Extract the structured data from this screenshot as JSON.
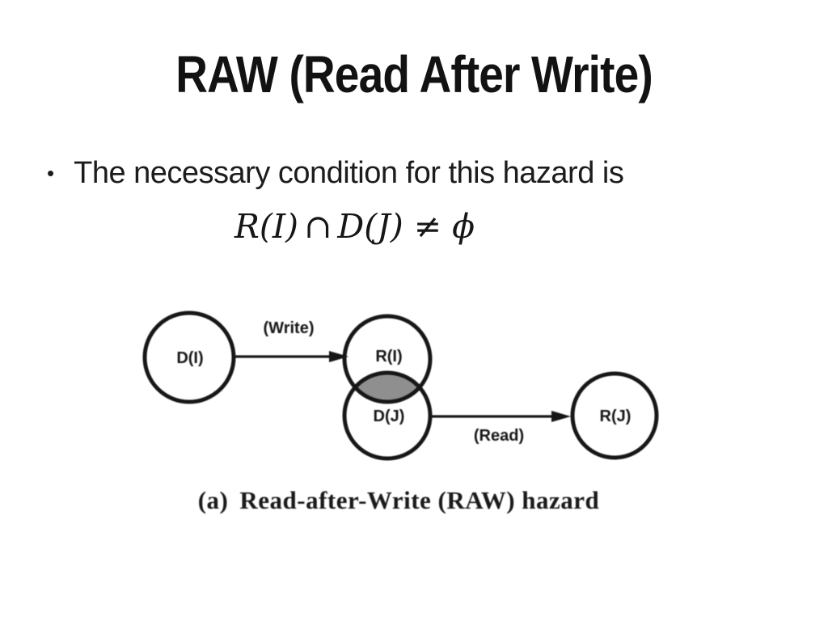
{
  "slide": {
    "title": "RAW (Read After Write)",
    "bullet_marker": "•",
    "bullet_text": "The necessary condition for this hazard is",
    "formula": {
      "lhs": "R(I)",
      "op": "∩",
      "rhs": "D(J)",
      "rel": "≠",
      "value": "ϕ",
      "full_text": "R(I) ∩ D(J) ≠ ϕ"
    }
  },
  "diagram": {
    "type": "venn-flow",
    "nodes": [
      {
        "id": "DI",
        "label": "D(I)"
      },
      {
        "id": "RI",
        "label": "R(I)"
      },
      {
        "id": "DJ",
        "label": "D(J)"
      },
      {
        "id": "RJ",
        "label": "R(J)"
      }
    ],
    "edges": [
      {
        "from": "D(I)",
        "to": "R(I)",
        "label": "(Write)"
      },
      {
        "from": "D(J)",
        "to": "R(J)",
        "label": "(Read)"
      }
    ],
    "overlap": {
      "between": [
        "R(I)",
        "D(J)"
      ],
      "fill": "#8f8f8f"
    },
    "caption": {
      "index": "(a)",
      "text": "Read-after-Write (RAW) hazard"
    }
  },
  "colors": {
    "background": "#ffffff",
    "ink": "#161616",
    "overlap_fill": "#8f8f8f"
  }
}
